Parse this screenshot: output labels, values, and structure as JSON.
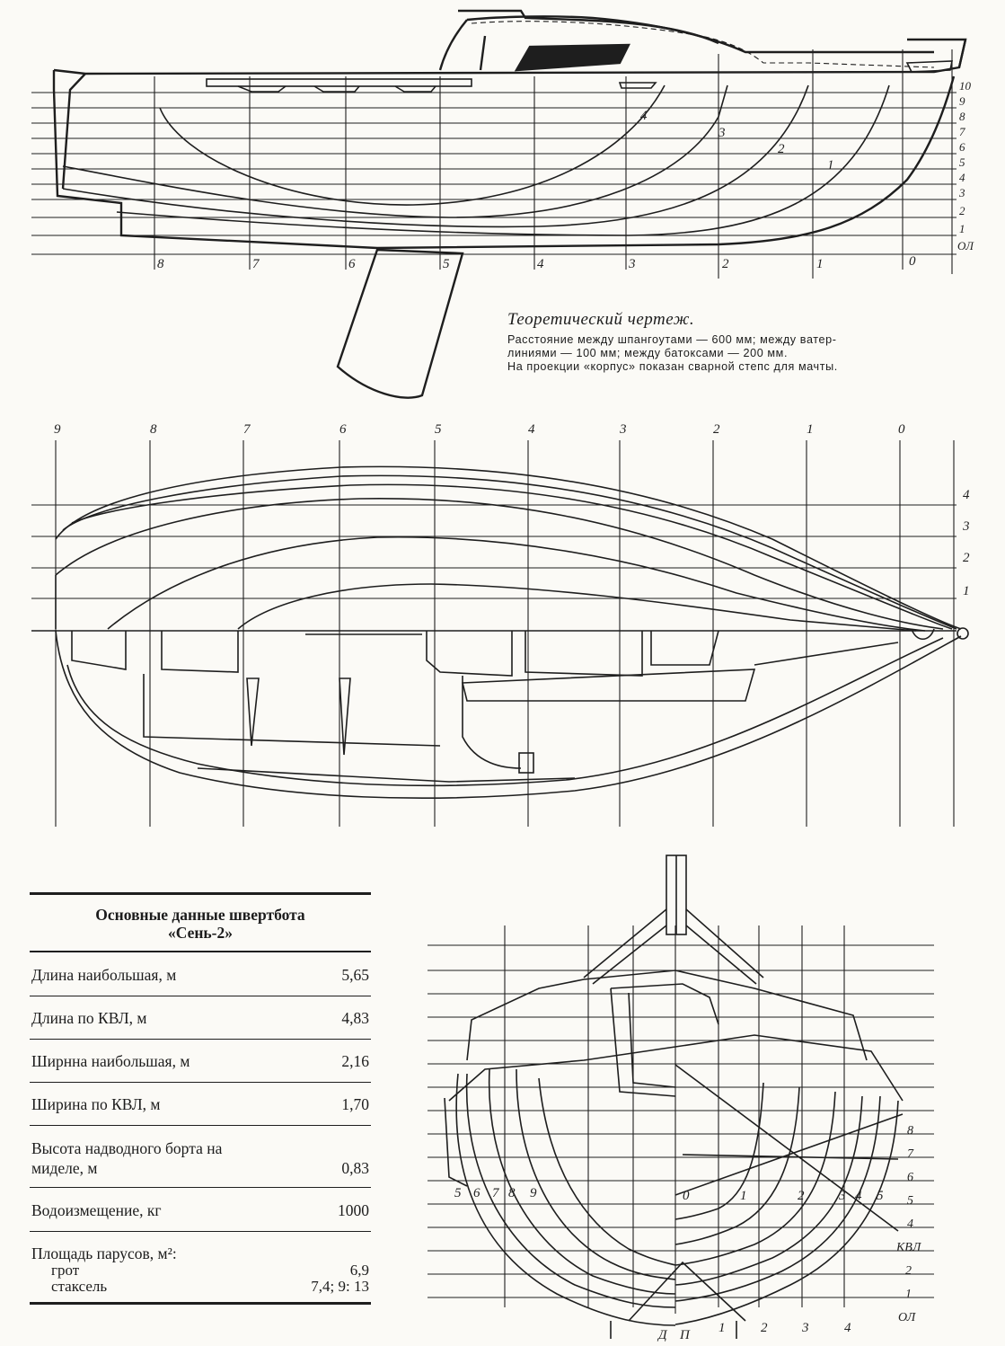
{
  "caption": {
    "title": "Теоретический чертеж.",
    "line1": "Расстояние между шпангоутами — 600 мм; между ватер-",
    "line2": "линиями — 100 мм; между батоксами — 200 мм.",
    "line3": "На проекции «корпус» показан сварной степс для мачты."
  },
  "profile_view": {
    "station_labels": [
      "8",
      "7",
      "6",
      "5",
      "4",
      "3",
      "2",
      "1",
      "0"
    ],
    "waterline_labels": [
      "10",
      "9",
      "8",
      "7",
      "6",
      "5",
      "4",
      "3",
      "2",
      "1",
      "ОЛ"
    ],
    "buttock_labels": [
      "4",
      "3",
      "2",
      "1"
    ]
  },
  "plan_view": {
    "station_labels": [
      "9",
      "8",
      "7",
      "6",
      "5",
      "4",
      "3",
      "2",
      "1",
      "0"
    ],
    "buttock_labels": [
      "4",
      "3",
      "2",
      "1"
    ]
  },
  "body_view": {
    "left_station_labels": [
      "5",
      "6",
      "7",
      "8",
      "9"
    ],
    "right_station_labels": [
      "0",
      "1",
      "2",
      "3",
      "4",
      "5"
    ],
    "waterline_labels": [
      "8",
      "7",
      "6",
      "5",
      "4",
      "КВЛ",
      "2",
      "1",
      "ОЛ"
    ],
    "bottom_labels": [
      "Д",
      "П",
      "1",
      "2",
      "3",
      "4"
    ]
  },
  "specs": {
    "title_line1": "Основные данные швертбота",
    "title_line2": "«Сень-2»",
    "rows": [
      {
        "label": "Длина наибольшая, м",
        "value": "5,65"
      },
      {
        "label": "Длина по КВЛ, м",
        "value": "4,83"
      },
      {
        "label": "Ширнна наибольшая, м",
        "value": "2,16"
      },
      {
        "label": "Ширина по КВЛ, м",
        "value": "1,70"
      },
      {
        "label_line1": "Высота надводного борта на",
        "label_line2": "миделе, м",
        "value": "0,83"
      },
      {
        "label": "Водоизмещение, кг",
        "value": "1000"
      }
    ],
    "sails": {
      "label": "Площадь парусов, м²:",
      "items": [
        {
          "label": "грот",
          "value": "6,9"
        },
        {
          "label": "стаксель",
          "value": "7,4; 9: 13"
        }
      ]
    }
  }
}
